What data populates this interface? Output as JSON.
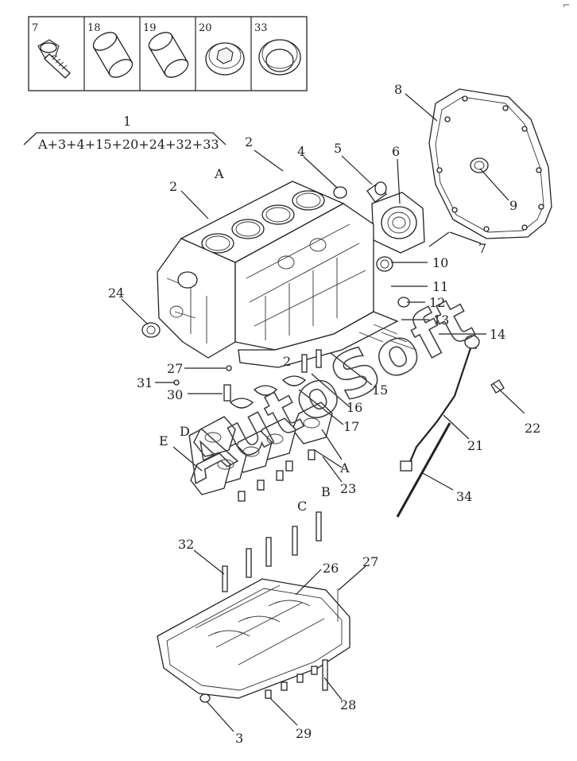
{
  "legend_boxes": [
    "7",
    "18",
    "19",
    "20",
    "33"
  ],
  "kit": {
    "number": "1",
    "formula": "A+3+4+15+20+24+32+33"
  },
  "watermark": "AutoSoft",
  "corner_mark": "⌐",
  "callouts": {
    "c1": "1",
    "c2a": "2",
    "c2b": "2",
    "c2c": "2",
    "c3": "3",
    "c4": "4",
    "c5": "5",
    "c6": "6",
    "c7": "7",
    "c8": "8",
    "c9": "9",
    "c10": "10",
    "c11": "11",
    "c12": "12",
    "c13": "13",
    "c14": "14",
    "c15": "15",
    "c16": "16",
    "c17": "17",
    "c21": "21",
    "c22": "22",
    "c23": "23",
    "c24": "24",
    "c26": "26",
    "c27a": "27",
    "c27b": "27",
    "c28": "28",
    "c29": "29",
    "c30": "30",
    "c31": "31",
    "c32": "32",
    "c34": "34",
    "cA1": "A",
    "cA2": "A",
    "cB": "B",
    "cC": "C",
    "cD": "D",
    "cE": "E"
  }
}
